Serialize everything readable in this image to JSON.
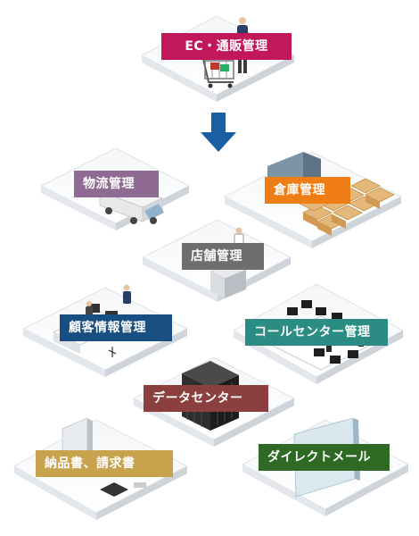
{
  "colors": {
    "arrow": "#1a5fa0",
    "ec": "#c2185b",
    "butsuryu": "#8f6a92",
    "soko": "#ee7d16",
    "tenpo": "#6e6e6e",
    "kokyaku": "#174f82",
    "call": "#2a8c83",
    "data": "#8c3f3f",
    "nohin": "#c9a24e",
    "dm": "#2e6a24"
  },
  "labels": {
    "ec": "EC・通販管理",
    "butsuryu": "物流管理",
    "soko": "倉庫管理",
    "tenpo": "店舗管理",
    "kokyaku": "顧客情報管理",
    "call": "コールセンター管理",
    "data": "データセンター",
    "nohin": "納品書、請求書",
    "dm": "ダイレクトメール"
  },
  "icons": [
    "down-arrow-icon",
    "shopping-cart-icon",
    "truck-icon",
    "boxes-icon",
    "store-counter-icon",
    "office-desk-icon",
    "call-desk-icon",
    "server-rack-icon",
    "document-icon",
    "mail-panel-icon"
  ]
}
